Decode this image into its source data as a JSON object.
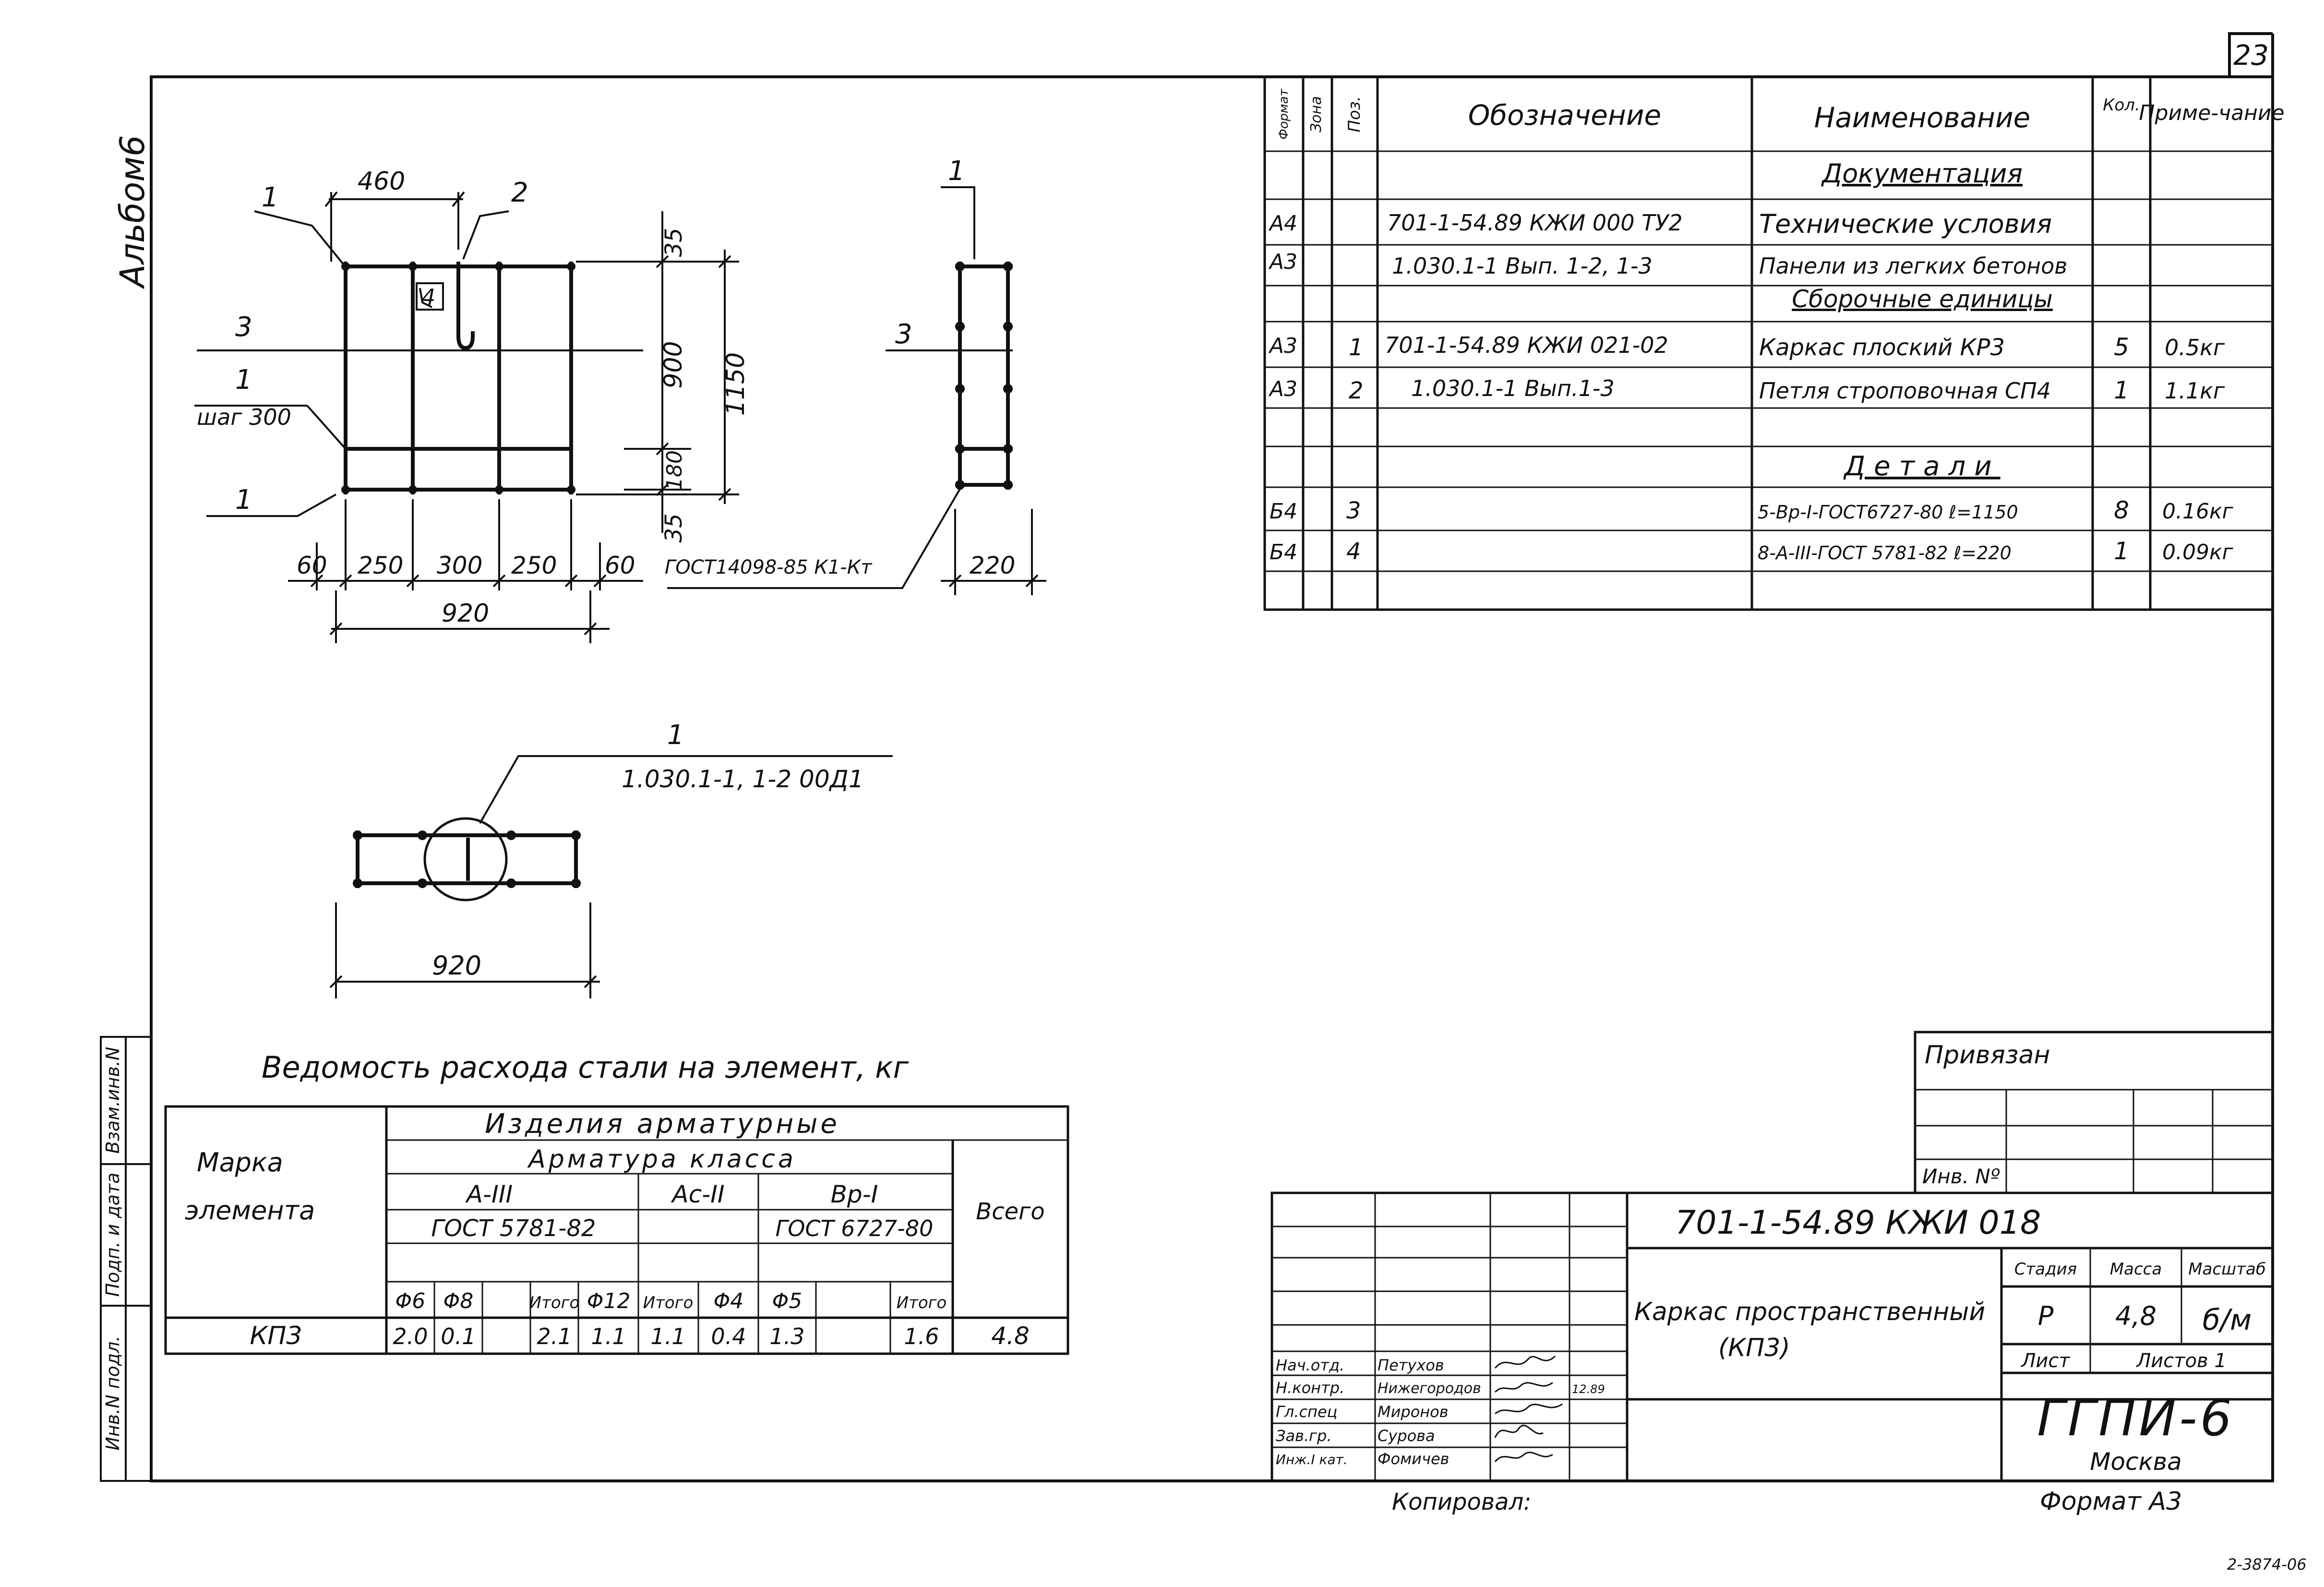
{
  "sheet_number": "23",
  "album_label": "Альбом6",
  "drawing": {
    "dims": {
      "d460": "460",
      "d35_top": "35",
      "d900": "900",
      "d1150": "1150",
      "d180": "180",
      "d35_bot": "35",
      "d60_left": "60",
      "d250_left": "250",
      "d300": "300",
      "d250_right": "250",
      "d60_right": "60",
      "d920_main": "920",
      "d220": "220",
      "d920_section": "920"
    },
    "callouts": {
      "c1_top": "1",
      "c2": "2",
      "c4": "4",
      "c3_left": "3",
      "c1_mid": "1",
      "step": "шаг 300",
      "c1_bottom": "1",
      "c1_side": "1",
      "c3_side": "3",
      "weld_note": "ГОСТ14098-85 К1-Кт",
      "c1_section": "1",
      "section_ref": "1.030.1-1, 1-2 00Д1"
    }
  },
  "spec_table": {
    "headers": {
      "format": "Формат",
      "zone": "Зона",
      "pos": "Поз.",
      "designation": "Обозначение",
      "name": "Наименование",
      "qty": "Кол.",
      "note": "Приме-чание"
    },
    "sections": {
      "documentation": "Документация",
      "assembly_units": "Сборочные единицы",
      "parts": "Детали"
    },
    "rows": [
      {
        "format": "А4",
        "pos": "",
        "designation": "701-1-54.89 КЖИ 000 ТУ2",
        "name": "Технические условия",
        "qty": "",
        "note": ""
      },
      {
        "format": "А3",
        "pos": "",
        "designation": "1.030.1-1 Вып. 1-2, 1-3",
        "name": "Панели из легких бетонов",
        "qty": "",
        "note": ""
      },
      {
        "format": "А3",
        "pos": "1",
        "designation": "701-1-54.89 КЖИ 021-02",
        "name": "Каркас плоский КР3",
        "qty": "5",
        "note": "0.5кг"
      },
      {
        "format": "А3",
        "pos": "2",
        "designation": "1.030.1-1 Вып.1-3",
        "name": "Петля строповочная СП4",
        "qty": "1",
        "note": "1.1кг"
      },
      {
        "format": "Б4",
        "pos": "3",
        "designation": "",
        "name": "5-Вр-I-ГОСТ6727-80 ℓ=1150",
        "qty": "8",
        "note": "0.16кг"
      },
      {
        "format": "Б4",
        "pos": "4",
        "designation": "",
        "name": "8-А-III-ГОСТ 5781-82 ℓ=220",
        "qty": "1",
        "note": "0.09кг"
      }
    ]
  },
  "steel": {
    "title": "Ведомость расхода стали на элемент, кг",
    "mark_header_1": "Марка",
    "mark_header_2": "элемента",
    "products": "Изделия арматурные",
    "rebar_class": "Арматура класса",
    "total": "Всего",
    "classes": {
      "a3": "А-III",
      "ac2": "Ас-II",
      "bp1": "Вр-I"
    },
    "gosts": {
      "g5781": "ГОСТ 5781-82",
      "g6727": "ГОСТ 6727-80"
    },
    "columns": [
      "Φ6",
      "Φ8",
      "",
      "Итого",
      "Φ12",
      "Итого",
      "Φ4",
      "Φ5",
      "Итого"
    ],
    "row": {
      "mark": "КП3",
      "values": [
        "2.0",
        "0.1",
        "",
        "2.1",
        "1.1",
        "1.1",
        "0.4",
        "1.3",
        "1.6"
      ],
      "total": "4.8"
    }
  },
  "side_stamp": {
    "inv_orig": "Инв.N подл.",
    "sign_date": "Подп. и дата",
    "replace_inv": "Взам.инв.N"
  },
  "binding": {
    "label": "Привязан",
    "inv_no": "Инв. Nº"
  },
  "title_block": {
    "code": "701-1-54.89   КЖИ 018",
    "title_line1": "Каркас пространственный",
    "title_line2": "(КП3)",
    "stage_label": "Стадия",
    "mass_label": "Масса",
    "scale_label": "Масштаб",
    "stage": "Р",
    "mass": "4,8",
    "scale": "б/м",
    "sheet_label": "Лист",
    "sheets_label": "Листов 1",
    "org": "ГГПИ-6",
    "city": "Москва",
    "roles": [
      {
        "role": "Нач.отд.",
        "name": "Петухов"
      },
      {
        "role": "Н.контр.",
        "name": "Нижегородов"
      },
      {
        "role": "Гл.спец",
        "name": "Миронов"
      },
      {
        "role": "Зав.гр.",
        "name": "Сурова"
      },
      {
        "role": "Инж.I кат.",
        "name": "Фомичев"
      }
    ],
    "sign_date": "12.89",
    "copied": "Копировал:",
    "format": "Формат А3"
  },
  "footer_code": "2-3874-06"
}
